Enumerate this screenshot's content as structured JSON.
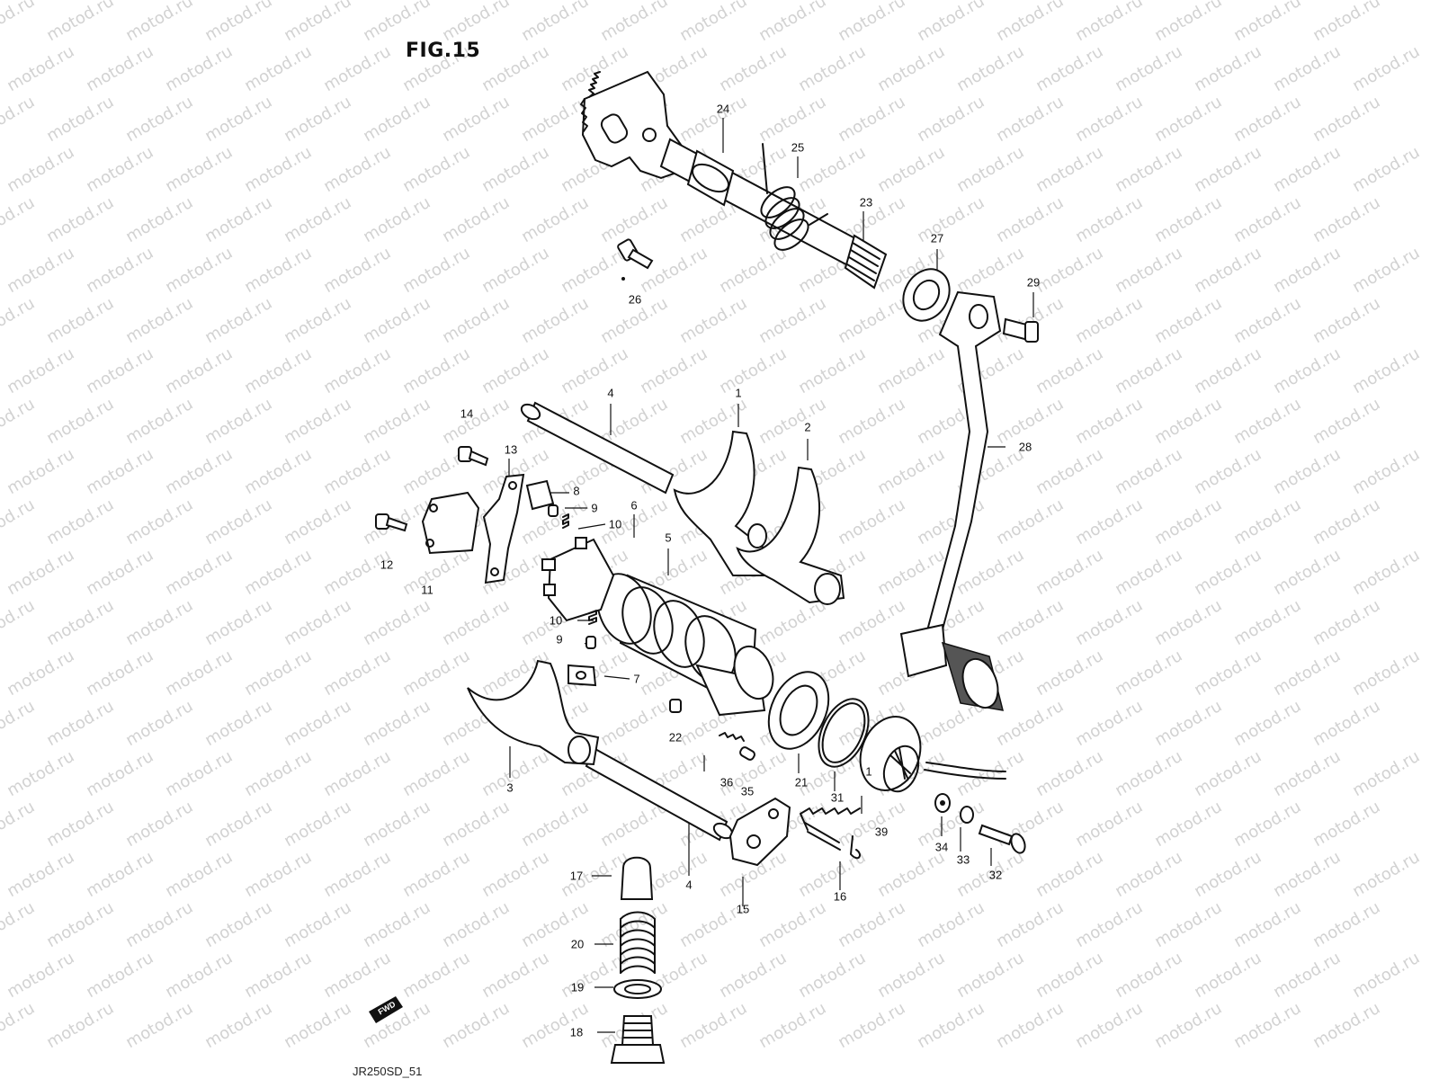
{
  "figure": {
    "title": "FIG.15",
    "footer_code": "JR250SD_51",
    "direction_tag": "FWD"
  },
  "watermark": {
    "text": "motod.ru"
  },
  "callouts": {
    "c1": "1",
    "c1b": "1",
    "c2": "2",
    "c3": "3",
    "c4a": "4",
    "c4b": "4",
    "c5": "5",
    "c6": "6",
    "c7": "7",
    "c8": "8",
    "c9a": "9",
    "c9b": "9",
    "c10a": "10",
    "c10b": "10",
    "c11": "11",
    "c12": "12",
    "c13": "13",
    "c14": "14",
    "c15": "15",
    "c16": "16",
    "c17": "17",
    "c18": "18",
    "c19": "19",
    "c20": "20",
    "c21": "21",
    "c22": "22",
    "c23": "23",
    "c24": "24",
    "c25": "25",
    "c26": "26",
    "c27": "27",
    "c28": "28",
    "c29": "29",
    "c31": "31",
    "c32": "32",
    "c33": "33",
    "c34": "34",
    "c35": "35",
    "c36": "36",
    "c39": "39"
  },
  "colors": {
    "ink": "#111111",
    "watermark": "#d2d2d2",
    "background": "#ffffff"
  }
}
